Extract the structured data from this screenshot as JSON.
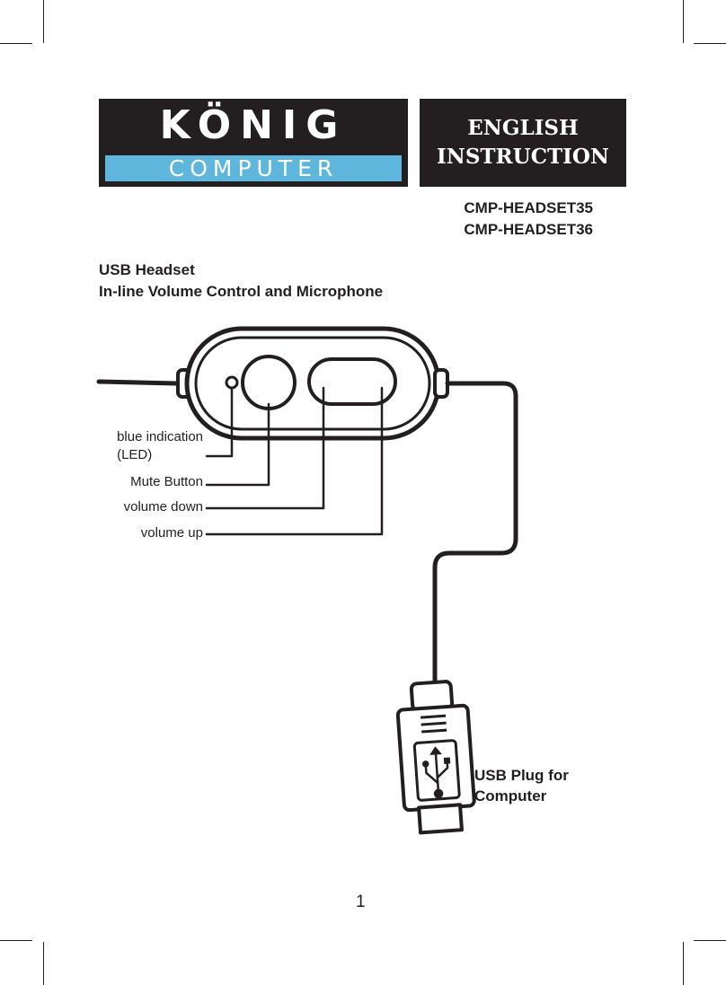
{
  "brand": {
    "logo_top": "KÖNIG",
    "logo_bottom": "COMPUTER",
    "colors": {
      "dark": "#231f20",
      "accent": "#5fb6dd"
    }
  },
  "language_box": {
    "line1": "ENGLISH",
    "line2": "INSTRUCTION"
  },
  "models": [
    "CMP-HEADSET35",
    "CMP-HEADSET36"
  ],
  "product": {
    "title": "USB Headset",
    "subtitle": "In-line Volume Control and Microphone"
  },
  "callouts": {
    "led_line1": "blue indication",
    "led_line2": "(LED)",
    "mute": "Mute Button",
    "volume_down": "volume down",
    "volume_up": "volume up"
  },
  "usb_plug": {
    "line1": "USB Plug for",
    "line2": "Computer"
  },
  "page_number": "1"
}
